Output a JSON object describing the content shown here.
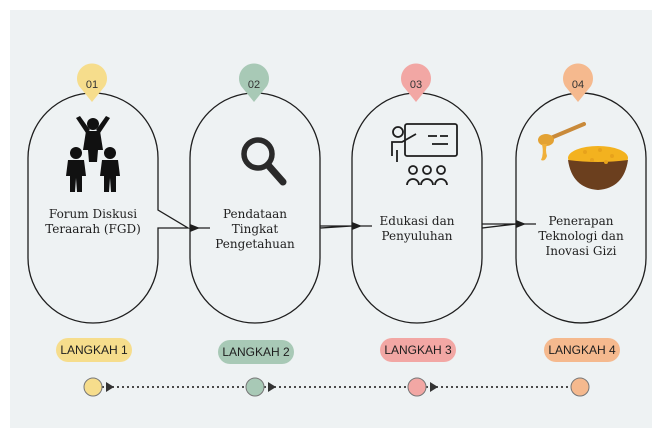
{
  "colors": {
    "background": "#eef2f3",
    "yellow": "#f6dd8c",
    "green": "#a8c9b6",
    "pink": "#f2a7a4",
    "orange": "#f5b98e",
    "outline": "#1e1e1e"
  },
  "steps": [
    {
      "number": "01",
      "text": [
        "Forum Diskusi",
        "Teraarah (FGD)"
      ],
      "step_label": "LANGKAH 1",
      "icon": "group-people-icon"
    },
    {
      "number": "02",
      "text": [
        "Pendataan",
        "Tingkat",
        "Pengetahuan"
      ],
      "step_label": "LANGKAH 2",
      "icon": "magnifier-icon"
    },
    {
      "number": "03",
      "text": [
        "Edukasi dan",
        "Penyuluhan"
      ],
      "step_label": "LANGKAH 3",
      "icon": "teacher-board-icon"
    },
    {
      "number": "04",
      "text": [
        "Penerapan",
        "Teknologi dan",
        "Inovasi Gizi"
      ],
      "step_label": "LANGKAH 4",
      "icon": "honey-bowl-icon"
    }
  ]
}
